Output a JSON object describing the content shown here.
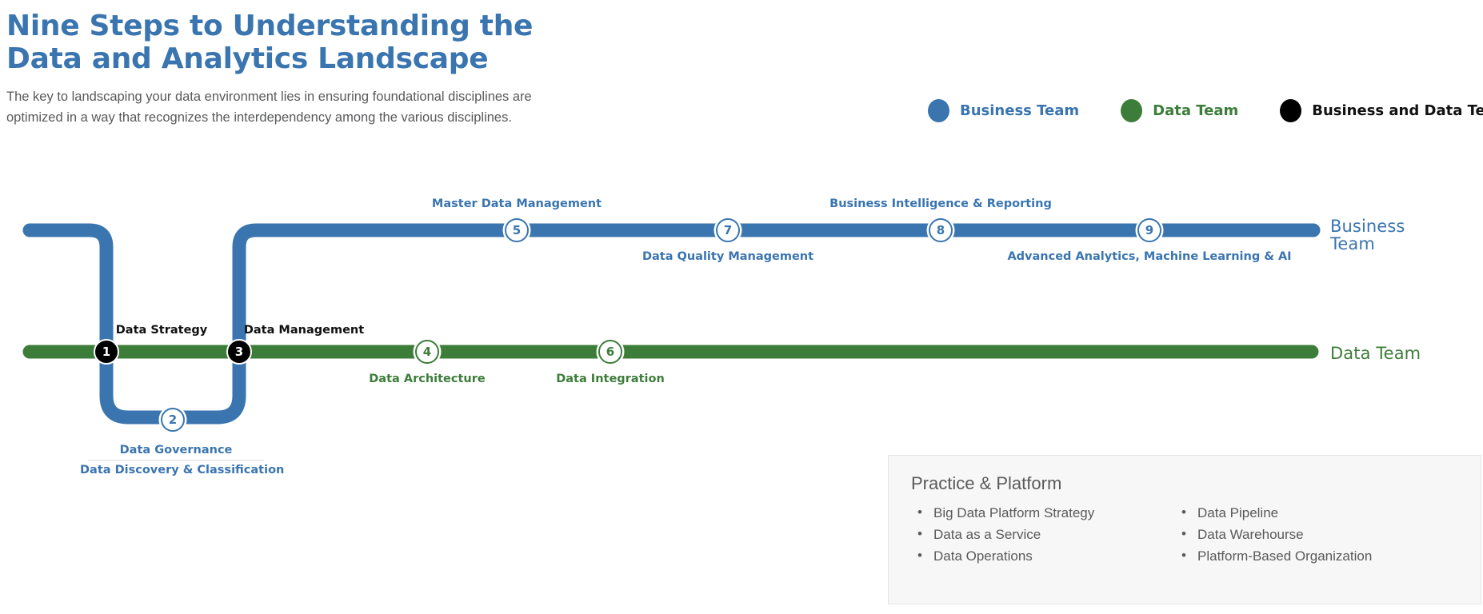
{
  "header": {
    "title_line_1": "Nine Steps to Understanding the",
    "title_line_2": "Data and Analytics Landscape",
    "subtitle": "The key to landscaping your data environment lies in ensuring foundational disciplines are optimized in a way that recognizes the interdependency among the various disciplines."
  },
  "legend": {
    "items": [
      {
        "label": "Business Team",
        "color": "#3a75b0",
        "text_color": "#3a75b0"
      },
      {
        "label": "Data Team",
        "color": "#3d7d3a",
        "text_color": "#3d7d3a"
      },
      {
        "label": "Business and Data Team",
        "color": "#000000",
        "text_color": "#111111"
      }
    ]
  },
  "diagram": {
    "tracks": [
      {
        "name": "business-team-track",
        "end_label_line_1": "Business",
        "end_label_line_2": "Team",
        "color": "#3a75b0"
      },
      {
        "name": "data-team-track",
        "end_label_line_1": "Data Team",
        "end_label_line_2": "",
        "color": "#3d7d3a"
      }
    ],
    "track_end_labels": {
      "business_line_1": "Business",
      "business_line_2": "Team",
      "data_line_1": "Data Team"
    },
    "steps": [
      {
        "number": "1",
        "label": "Data Strategy",
        "team": "Business and Data Team",
        "marker": "black",
        "track": "data"
      },
      {
        "number": "2",
        "label": "Data Governance",
        "label_secondary": "Data Discovery & Classification",
        "team": "Business Team",
        "marker": "blue",
        "track": "loop"
      },
      {
        "number": "3",
        "label": "Data Management",
        "team": "Business and Data Team",
        "marker": "black",
        "track": "data"
      },
      {
        "number": "4",
        "label": "Data Architecture",
        "team": "Data Team",
        "marker": "green",
        "track": "data"
      },
      {
        "number": "5",
        "label": "Master Data Management",
        "team": "Business Team",
        "marker": "blue",
        "track": "business"
      },
      {
        "number": "6",
        "label": "Data Integration",
        "team": "Data Team",
        "marker": "green",
        "track": "data"
      },
      {
        "number": "7",
        "label": "Data Quality Management",
        "team": "Business Team",
        "marker": "blue",
        "track": "business"
      },
      {
        "number": "8",
        "label": "Business Intelligence & Reporting",
        "team": "Business Team",
        "marker": "blue",
        "track": "business"
      },
      {
        "number": "9",
        "label": "Advanced Analytics, Machine Learning & AI",
        "team": "Business Team",
        "marker": "blue",
        "track": "business"
      }
    ]
  },
  "practice_panel": {
    "title": "Practice & Platform",
    "column_1": [
      "Big Data Platform Strategy",
      "Data as a Service",
      "Data Operations"
    ],
    "column_2": [
      "Data Pipeline",
      "Data Warehourse",
      "Platform-Based Organization"
    ]
  },
  "colors": {
    "business_blue": "#3a75b0",
    "data_green": "#3d7d3a",
    "shared_black": "#000000",
    "body_gray": "#58595b",
    "panel_bg": "#f7f7f7"
  }
}
